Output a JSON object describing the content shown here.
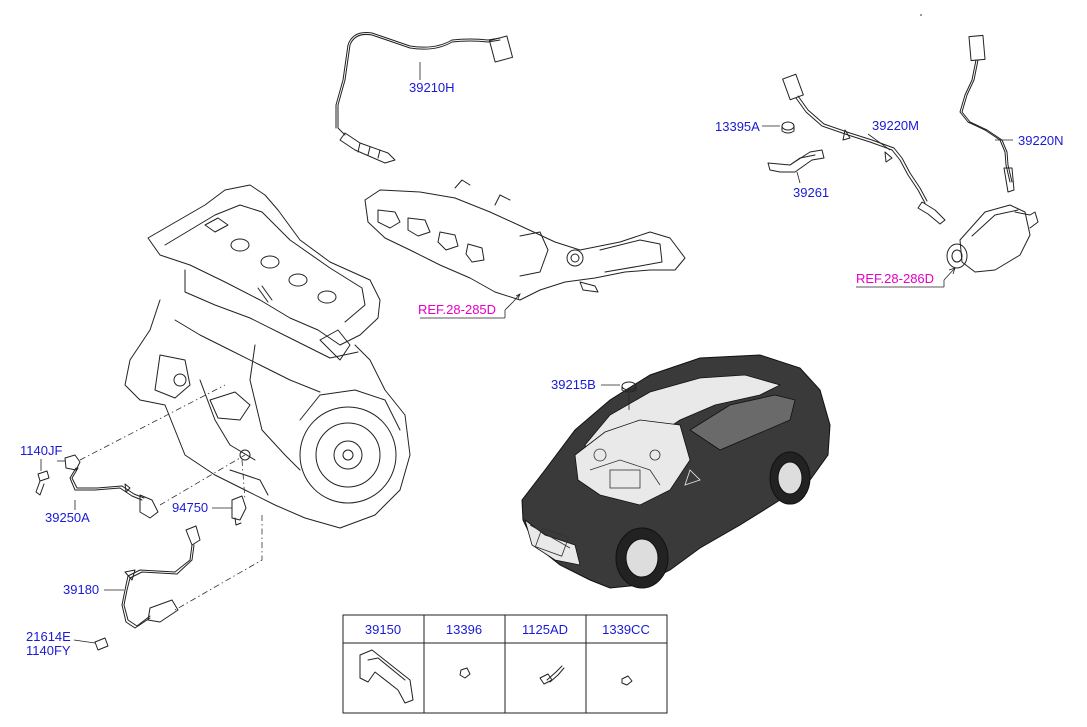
{
  "labels": {
    "p39210H": "39210H",
    "p13395A": "13395A",
    "p39220M": "39220M",
    "p39220N": "39220N",
    "p39261": "39261",
    "ref285": "REF.28-285D",
    "ref286": "REF.28-286D",
    "p39215B": "39215B",
    "p1140JF": "1140JF",
    "p39250A": "39250A",
    "p94750": "94750",
    "p39180": "39180",
    "p21614E": "21614E",
    "p1140FY": "1140FY"
  },
  "parts_table": {
    "headers": [
      "39150",
      "13396",
      "1125AD",
      "1339CC"
    ]
  },
  "colors": {
    "part_number": "#1a1ad6",
    "reference": "#e600c8",
    "line": "#222222"
  }
}
